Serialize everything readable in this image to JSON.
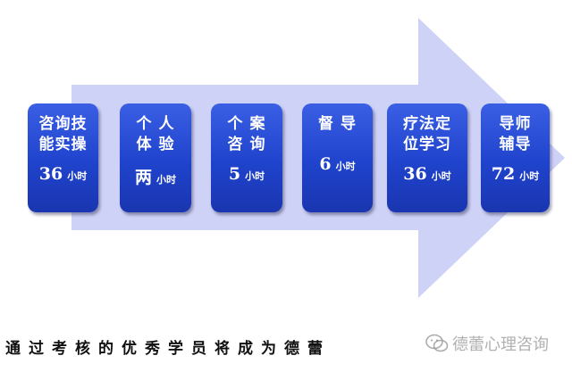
{
  "colors": {
    "arrow": "#cfd2f7",
    "box": "#2447d4",
    "caption": "#111111"
  },
  "steps": [
    {
      "label": "咨询技\n能实操",
      "number": "36",
      "unit": "小时"
    },
    {
      "label": "个  人\n体  验",
      "number": "两",
      "unit": "小时"
    },
    {
      "label": "个  案\n咨  询",
      "number": "5",
      "unit": "小时"
    },
    {
      "label": "督  导",
      "number": "6",
      "unit": "小时"
    },
    {
      "label": "疗法定\n位学习",
      "number": "36",
      "unit": "小时"
    },
    {
      "label": "导师\n辅导",
      "number": "72",
      "unit": "小时"
    }
  ],
  "caption": "通过考核的优秀学员将成为德蕾",
  "watermark": {
    "text": "德蕾心理咨询",
    "icon": "wechat-icon"
  }
}
